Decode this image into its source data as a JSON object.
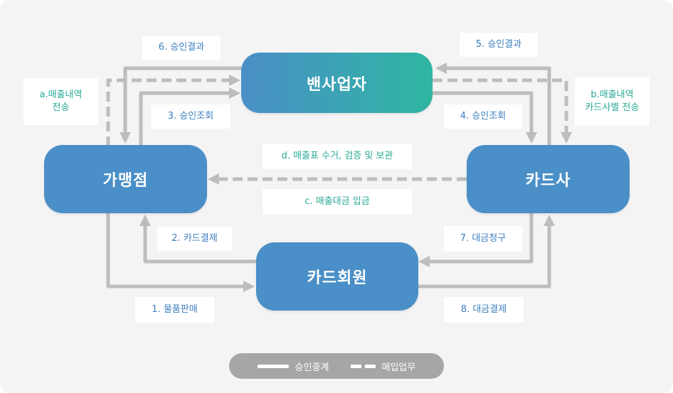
{
  "nodes": {
    "van": "밴사업자",
    "merchant": "가맹점",
    "card_company": "카드사",
    "card_member": "카드회원"
  },
  "labels": {
    "approval_result_left": "6. 승인결과",
    "approval_result_right": "5. 승인결과",
    "approval_query_left": "3. 승인조회",
    "approval_query_right": "4. 승인조회",
    "sales_send_a_line1": "a.매출내역",
    "sales_send_a_line2": "전송",
    "sales_send_b_line1": "b.매출내역",
    "sales_send_b_line2": "카드사별 전송",
    "collect_verify_store": "d. 매출표 수거, 검증 및 보관",
    "payment_deposit": "c. 매출대금 입금",
    "card_payment": "2. 카드결제",
    "payment_claim": "7. 대금청구",
    "product_sale": "1. 물품판매",
    "payment_settlement": "8. 대금결제"
  },
  "legend": {
    "solid": "승인중계",
    "dashed": "매입업무"
  },
  "colors": {
    "node_blue": "#4a8fc7",
    "node_teal": "#2fb6a2",
    "arrow_gray": "#bdbdbd",
    "label_blue": "#3c7fbd",
    "label_green": "#2aaa96",
    "legend_bg": "#a6a6a6",
    "background": "#f4f4f5"
  }
}
